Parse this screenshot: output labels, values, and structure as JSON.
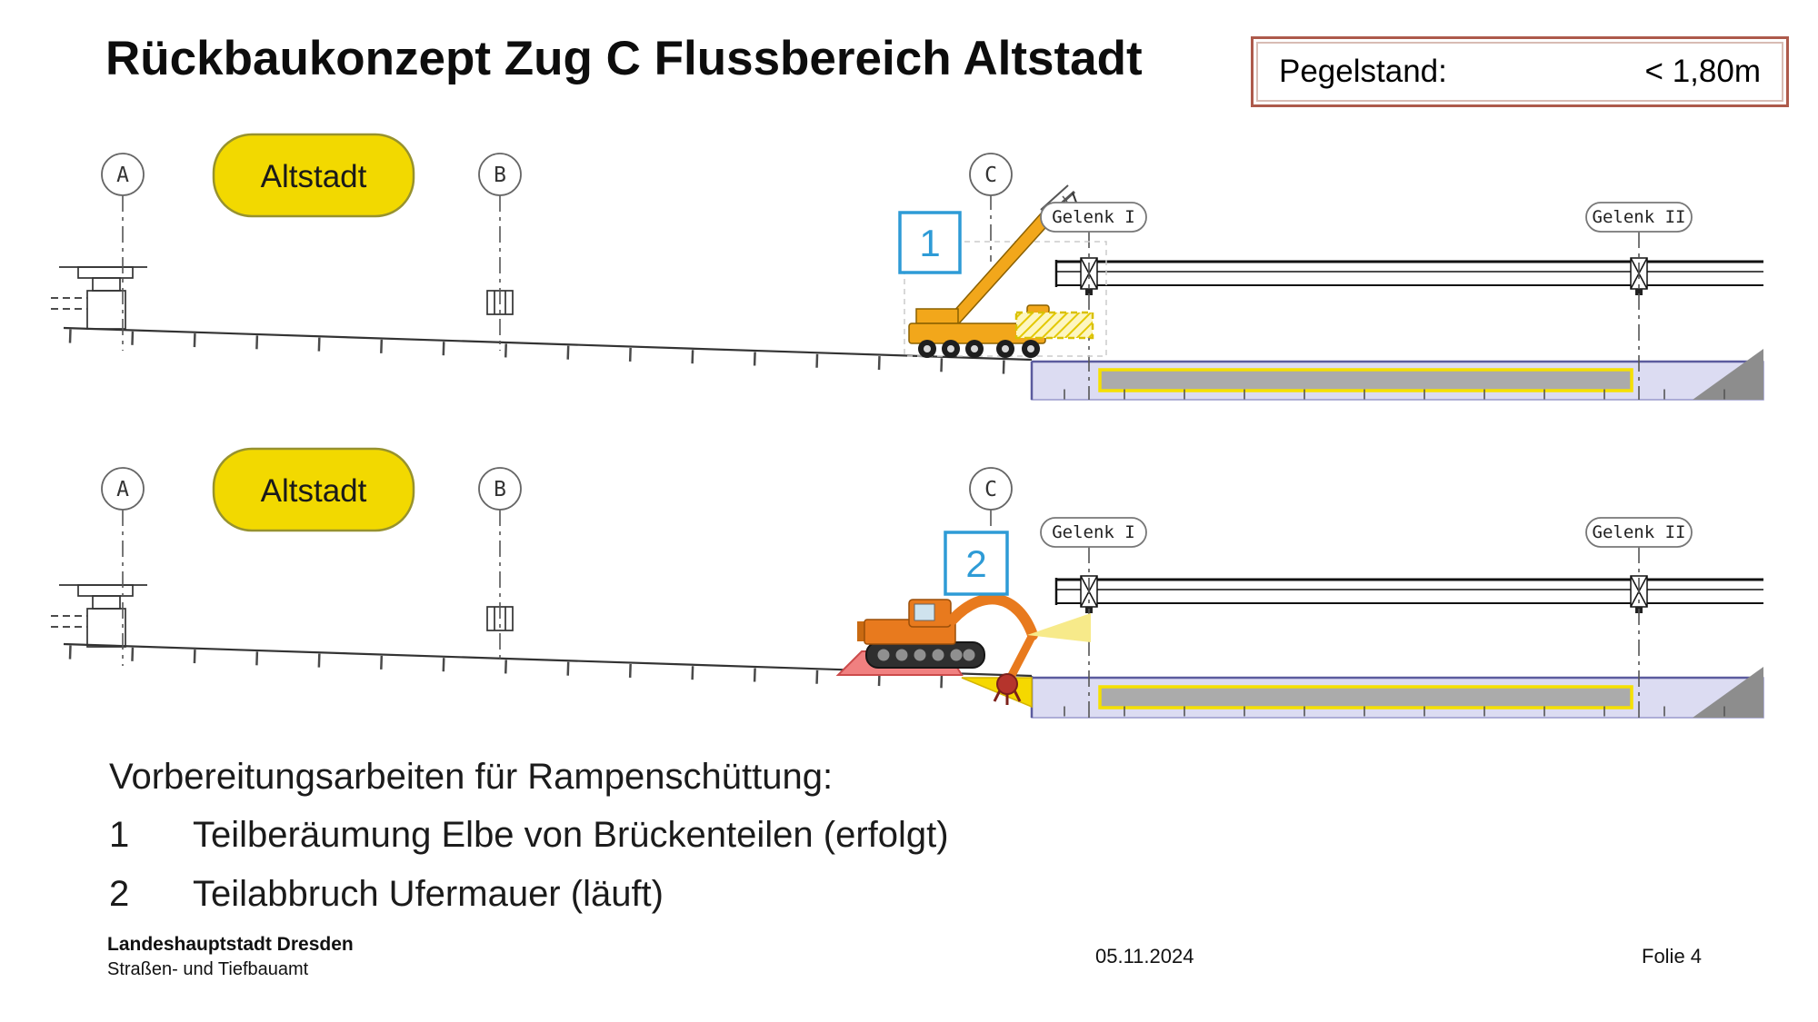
{
  "header": {
    "title": "Rückbaukonzept Zug C Flussbereich Altstadt",
    "pegelstand": {
      "label": "Pegelstand:",
      "value": "< 1,80m"
    }
  },
  "diagrams": {
    "top": {
      "axis_labels": {
        "a": "A",
        "b": "B",
        "c": "C"
      },
      "district_label": "Altstadt",
      "joint_labels": {
        "gelenk1": "Gelenk I",
        "gelenk2": "Gelenk II"
      },
      "step_marker": "1"
    },
    "bottom": {
      "axis_labels": {
        "a": "A",
        "b": "B",
        "c": "C"
      },
      "district_label": "Altstadt",
      "joint_labels": {
        "gelenk1": "Gelenk I",
        "gelenk2": "Gelenk II"
      },
      "step_marker": "2"
    }
  },
  "notes": {
    "heading": "Vorbereitungsarbeiten für Rampenschüttung:",
    "items": [
      {
        "num": "1",
        "text": "Teilberäumung Elbe von Brückenteilen (erfolgt)"
      },
      {
        "num": "2",
        "text": "Teilabbruch Ufermauer (läuft)"
      }
    ]
  },
  "footer": {
    "org_name": "Landeshauptstadt Dresden",
    "org_dept": "Straßen- und Tiefbauamt",
    "date": "05.11.2024",
    "slide_label": "Folie 4"
  },
  "colors": {
    "highlight_yellow": "#f2d900",
    "marker_blue": "#2e9bd6",
    "water_fill": "#dcdcf2",
    "beam_gray": "#ababab",
    "beam_outline": "#f5e000",
    "crane_yellow": "#f2a71b",
    "excavator_orange": "#e87a1e",
    "debris_red": "#f08080",
    "frame_red": "#ad5a4b"
  }
}
